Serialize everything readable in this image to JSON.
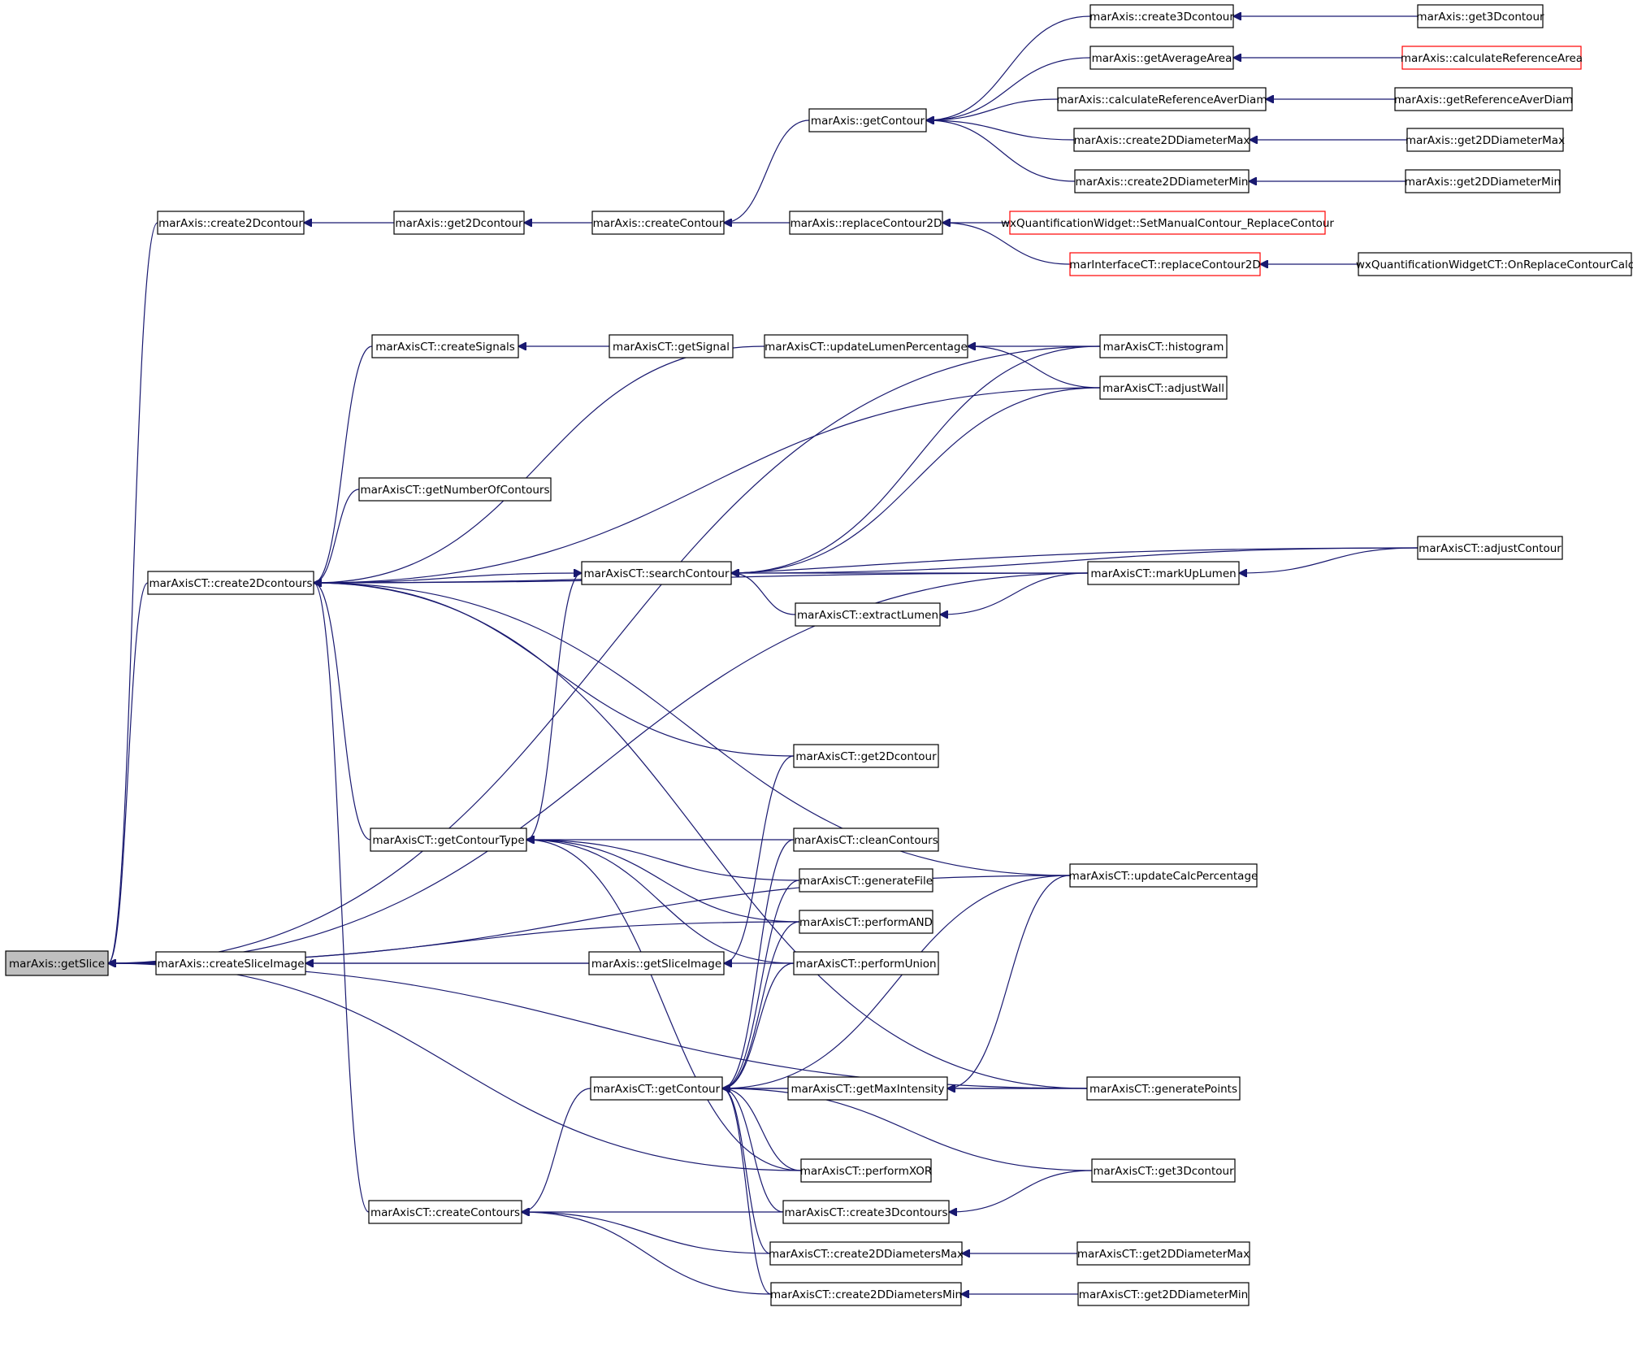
{
  "graph": {
    "colors": {
      "edge": "#191970",
      "border": "#000000",
      "highlight_border": "#ff0000",
      "current_fill": "#bfbfbf",
      "background": "#ffffff"
    },
    "nodes": [
      {
        "id": "getSlice",
        "label": "marAxis::getSlice",
        "style": "current"
      },
      {
        "id": "create2Dcontour",
        "label": "marAxis::create2Dcontour"
      },
      {
        "id": "get2Dcontour_A",
        "label": "marAxis::get2Dcontour"
      },
      {
        "id": "createContour",
        "label": "marAxis::createContour"
      },
      {
        "id": "getContour_A",
        "label": "marAxis::getContour"
      },
      {
        "id": "create3Dcontour",
        "label": "marAxis::create3Dcontour"
      },
      {
        "id": "get3Dcontour_A",
        "label": "marAxis::get3Dcontour"
      },
      {
        "id": "getAverageArea",
        "label": "marAxis::getAverageArea"
      },
      {
        "id": "calcRefArea",
        "label": "marAxis::calculateReferenceArea",
        "style": "red"
      },
      {
        "id": "calcRefAverDiam",
        "label": "marAxis::calculateReferenceAverDiam"
      },
      {
        "id": "getRefAverDiam",
        "label": "marAxis::getReferenceAverDiam"
      },
      {
        "id": "create2DDiamMax",
        "label": "marAxis::create2DDiameterMax"
      },
      {
        "id": "get2DDiamMax_A",
        "label": "marAxis::get2DDiameterMax"
      },
      {
        "id": "create2DDiamMin",
        "label": "marAxis::create2DDiameterMin"
      },
      {
        "id": "get2DDiamMin_A",
        "label": "marAxis::get2DDiameterMin"
      },
      {
        "id": "replaceContour2D_A",
        "label": "marAxis::replaceContour2D"
      },
      {
        "id": "wxSetManual",
        "label": "wxQuantificationWidget::SetManualContour_ReplaceContour",
        "style": "red"
      },
      {
        "id": "marInterfaceReplace",
        "label": "marInterfaceCT::replaceContour2D",
        "style": "red"
      },
      {
        "id": "wxOnReplace",
        "label": "wxQuantificationWidgetCT::OnReplaceContourCalc"
      },
      {
        "id": "createSignals",
        "label": "marAxisCT::createSignals"
      },
      {
        "id": "getSignal",
        "label": "marAxisCT::getSignal"
      },
      {
        "id": "updateLumenPct",
        "label": "marAxisCT::updateLumenPercentage"
      },
      {
        "id": "histogram",
        "label": "marAxisCT::histogram"
      },
      {
        "id": "adjustWall",
        "label": "marAxisCT::adjustWall"
      },
      {
        "id": "getNumberOfContours",
        "label": "marAxisCT::getNumberOfContours"
      },
      {
        "id": "create2Dcontours",
        "label": "marAxisCT::create2Dcontours"
      },
      {
        "id": "searchContour",
        "label": "marAxisCT::searchContour"
      },
      {
        "id": "adjustContour",
        "label": "marAxisCT::adjustContour"
      },
      {
        "id": "markUpLumen",
        "label": "marAxisCT::markUpLumen"
      },
      {
        "id": "extractLumen",
        "label": "marAxisCT::extractLumen"
      },
      {
        "id": "get2Dcontour_CT",
        "label": "marAxisCT::get2Dcontour"
      },
      {
        "id": "getContourType",
        "label": "marAxisCT::getContourType"
      },
      {
        "id": "cleanContours",
        "label": "marAxisCT::cleanContours"
      },
      {
        "id": "generateFile",
        "label": "marAxisCT::generateFile"
      },
      {
        "id": "updateCalcPct",
        "label": "marAxisCT::updateCalcPercentage"
      },
      {
        "id": "performAND",
        "label": "marAxisCT::performAND"
      },
      {
        "id": "createSliceImage",
        "label": "marAxis::createSliceImage"
      },
      {
        "id": "getSliceImage",
        "label": "marAxis::getSliceImage"
      },
      {
        "id": "performUnion",
        "label": "marAxisCT::performUnion"
      },
      {
        "id": "getContour_CT",
        "label": "marAxisCT::getContour"
      },
      {
        "id": "getMaxIntensity",
        "label": "marAxisCT::getMaxIntensity"
      },
      {
        "id": "generatePoints",
        "label": "marAxisCT::generatePoints"
      },
      {
        "id": "performXOR",
        "label": "marAxisCT::performXOR"
      },
      {
        "id": "get3Dcontour_CT",
        "label": "marAxisCT::get3Dcontour"
      },
      {
        "id": "createContours",
        "label": "marAxisCT::createContours"
      },
      {
        "id": "create3Dcontours",
        "label": "marAxisCT::create3Dcontours"
      },
      {
        "id": "create2DDiamsMax",
        "label": "marAxisCT::create2DDiametersMax"
      },
      {
        "id": "get2DDiamMax_CT",
        "label": "marAxisCT::get2DDiameterMax"
      },
      {
        "id": "create2DDiamsMin",
        "label": "marAxisCT::create2DDiametersMin"
      },
      {
        "id": "get2DDiamMin_CT",
        "label": "marAxisCT::get2DDiameterMin"
      }
    ],
    "edges": [
      [
        "create2Dcontour",
        "getSlice"
      ],
      [
        "get2Dcontour_A",
        "create2Dcontour"
      ],
      [
        "createContour",
        "get2Dcontour_A"
      ],
      [
        "getContour_A",
        "createContour"
      ],
      [
        "create3Dcontour",
        "getContour_A"
      ],
      [
        "getAverageArea",
        "getContour_A"
      ],
      [
        "calcRefAverDiam",
        "getContour_A"
      ],
      [
        "create2DDiamMax",
        "getContour_A"
      ],
      [
        "create2DDiamMin",
        "getContour_A"
      ],
      [
        "get3Dcontour_A",
        "create3Dcontour"
      ],
      [
        "calcRefArea",
        "getAverageArea"
      ],
      [
        "getRefAverDiam",
        "calcRefAverDiam"
      ],
      [
        "get2DDiamMax_A",
        "create2DDiamMax"
      ],
      [
        "get2DDiamMin_A",
        "create2DDiamMin"
      ],
      [
        "replaceContour2D_A",
        "createContour"
      ],
      [
        "wxSetManual",
        "replaceContour2D_A"
      ],
      [
        "marInterfaceReplace",
        "replaceContour2D_A"
      ],
      [
        "wxOnReplace",
        "marInterfaceReplace"
      ],
      [
        "create2Dcontours",
        "getSlice"
      ],
      [
        "createSignals",
        "create2Dcontours"
      ],
      [
        "getSignal",
        "createSignals"
      ],
      [
        "updateLumenPct",
        "create2Dcontours"
      ],
      [
        "histogram",
        "updateLumenPct"
      ],
      [
        "adjustWall",
        "updateLumenPct"
      ],
      [
        "histogram",
        "getSlice"
      ],
      [
        "adjustWall",
        "create2Dcontours"
      ],
      [
        "getNumberOfContours",
        "create2Dcontours"
      ],
      [
        "searchContour",
        "create2Dcontours"
      ],
      [
        "adjustContour",
        "create2Dcontours"
      ],
      [
        "markUpLumen",
        "create2Dcontours"
      ],
      [
        "updateCalcPct",
        "create2Dcontours"
      ],
      [
        "generatePoints",
        "create2Dcontours"
      ],
      [
        "get2Dcontour_CT",
        "create2Dcontours"
      ],
      [
        "histogram",
        "searchContour"
      ],
      [
        "adjustWall",
        "searchContour"
      ],
      [
        "markUpLumen",
        "searchContour"
      ],
      [
        "extractLumen",
        "searchContour"
      ],
      [
        "adjustContour",
        "searchContour"
      ],
      [
        "markUpLumen",
        "extractLumen"
      ],
      [
        "adjustContour",
        "markUpLumen"
      ],
      [
        "getContourType",
        "create2Dcontours"
      ],
      [
        "cleanContours",
        "getContourType"
      ],
      [
        "generateFile",
        "getContourType"
      ],
      [
        "performAND",
        "getContourType"
      ],
      [
        "performUnion",
        "getContourType"
      ],
      [
        "performXOR",
        "getContourType"
      ],
      [
        "createSliceImage",
        "getSlice"
      ],
      [
        "getSliceImage",
        "createSliceImage"
      ],
      [
        "get2Dcontour_CT",
        "getSliceImage"
      ],
      [
        "performAND",
        "getSlice"
      ],
      [
        "performUnion",
        "getSlice"
      ],
      [
        "performXOR",
        "getSlice"
      ],
      [
        "markUpLumen",
        "getSlice"
      ],
      [
        "getContour_CT",
        "createContours"
      ],
      [
        "createContours",
        "create2Dcontours"
      ],
      [
        "cleanContours",
        "getContour_CT"
      ],
      [
        "generateFile",
        "getContour_CT"
      ],
      [
        "performAND",
        "getContour_CT"
      ],
      [
        "performUnion",
        "getContour_CT"
      ],
      [
        "getMaxIntensity",
        "getContour_CT"
      ],
      [
        "generatePoints",
        "getContour_CT"
      ],
      [
        "performXOR",
        "getContour_CT"
      ],
      [
        "get3Dcontour_CT",
        "getContour_CT"
      ],
      [
        "create3Dcontours",
        "getContour_CT"
      ],
      [
        "create2DDiamsMax",
        "getContour_CT"
      ],
      [
        "create2DDiamsMin",
        "getContour_CT"
      ],
      [
        "updateCalcPct",
        "getContour_CT"
      ],
      [
        "generatePoints",
        "getMaxIntensity"
      ],
      [
        "updateCalcPct",
        "getMaxIntensity"
      ],
      [
        "create3Dcontours",
        "createContours"
      ],
      [
        "create2DDiamsMax",
        "createContours"
      ],
      [
        "create2DDiamsMin",
        "createContours"
      ],
      [
        "get3Dcontour_CT",
        "create3Dcontours"
      ],
      [
        "get2DDiamMax_CT",
        "create2DDiamsMax"
      ],
      [
        "get2DDiamMin_CT",
        "create2DDiamsMin"
      ],
      [
        "getContourType",
        "searchContour"
      ],
      [
        "updateCalcPct",
        "getSlice"
      ],
      [
        "generatePoints",
        "getSlice"
      ]
    ]
  }
}
